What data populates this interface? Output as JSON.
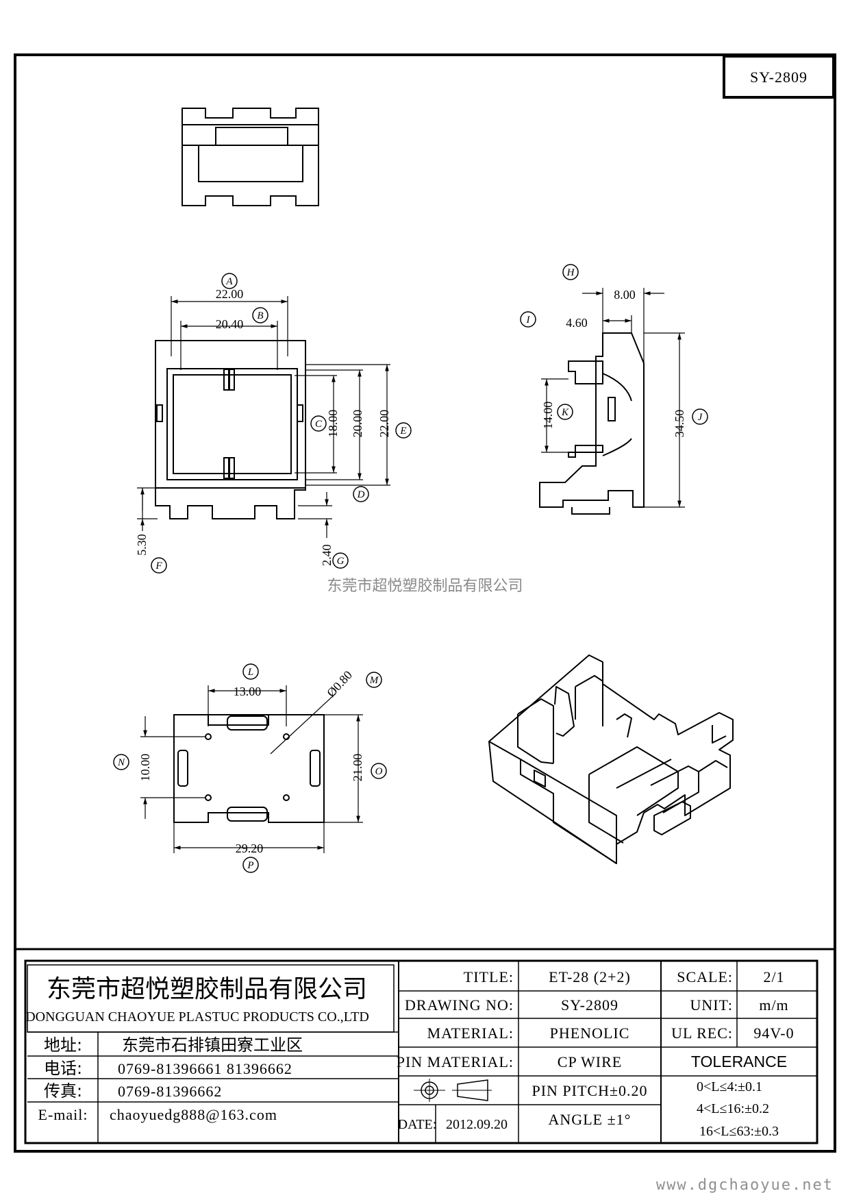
{
  "drawing_id": "SY-2809",
  "watermark": "东莞市超悦塑胶制品有限公司",
  "website": "www.dgchaoyue.net",
  "front_view": {
    "dims": {
      "A": "22.00",
      "B": "20.40",
      "C": "18.00",
      "C2": "20.00",
      "E": "22.00",
      "F": "5.30",
      "G": "2.40"
    },
    "labels": {
      "A": "A",
      "B": "B",
      "C": "C",
      "D": "D",
      "E": "E",
      "F": "F",
      "G": "G"
    }
  },
  "side_view": {
    "dims": {
      "H": "8.00",
      "I": "4.60",
      "K": "14.00",
      "J": "34.50"
    },
    "labels": {
      "H": "H",
      "I": "I",
      "J": "J",
      "K": "K"
    }
  },
  "bottom_view": {
    "dims": {
      "L": "13.00",
      "M": "Ø0.80",
      "N": "10.00",
      "O": "21.00",
      "P": "29.20"
    },
    "labels": {
      "L": "L",
      "M": "M",
      "N": "N",
      "O": "O",
      "P": "P"
    }
  },
  "title_block": {
    "company_cn": "东莞市超悦塑胶制品有限公司",
    "company_en": "DONGGUAN CHAOYUE PLASTUC PRODUCTS CO.,LTD",
    "address_label": "地址:",
    "address": "东莞市石排镇田寮工业区",
    "phone_label": "电话:",
    "phone": "0769-81396661   81396662",
    "fax_label": "传真:",
    "fax": "0769-81396662",
    "email_label": "E-mail:",
    "email": "chaoyuedg888@163.com",
    "title_label": "TITLE:",
    "title": "ET-28 (2+2)",
    "drawing_no_label": "DRAWING NO:",
    "drawing_no": "SY-2809",
    "material_label": "MATERIAL:",
    "material": "PHENOLIC",
    "pin_material_label": "PIN MATERIAL:",
    "pin_material": "CP WIRE",
    "pin_pitch": "PIN PITCH±0.20",
    "date_label": "DATE:",
    "date": "2012.09.20",
    "angle": "ANGLE  ±1°",
    "scale_label": "SCALE:",
    "scale": "2/1",
    "unit_label": "UNIT:",
    "unit": "m/m",
    "ul_rec_label": "UL REC:",
    "ul_rec": "94V-0",
    "tolerance_label": "TOLERANCE",
    "tolerance_1": "0<L≤4:±0.1",
    "tolerance_2": "4<L≤16:±0.2",
    "tolerance_3": "16<L≤63:±0.3"
  }
}
